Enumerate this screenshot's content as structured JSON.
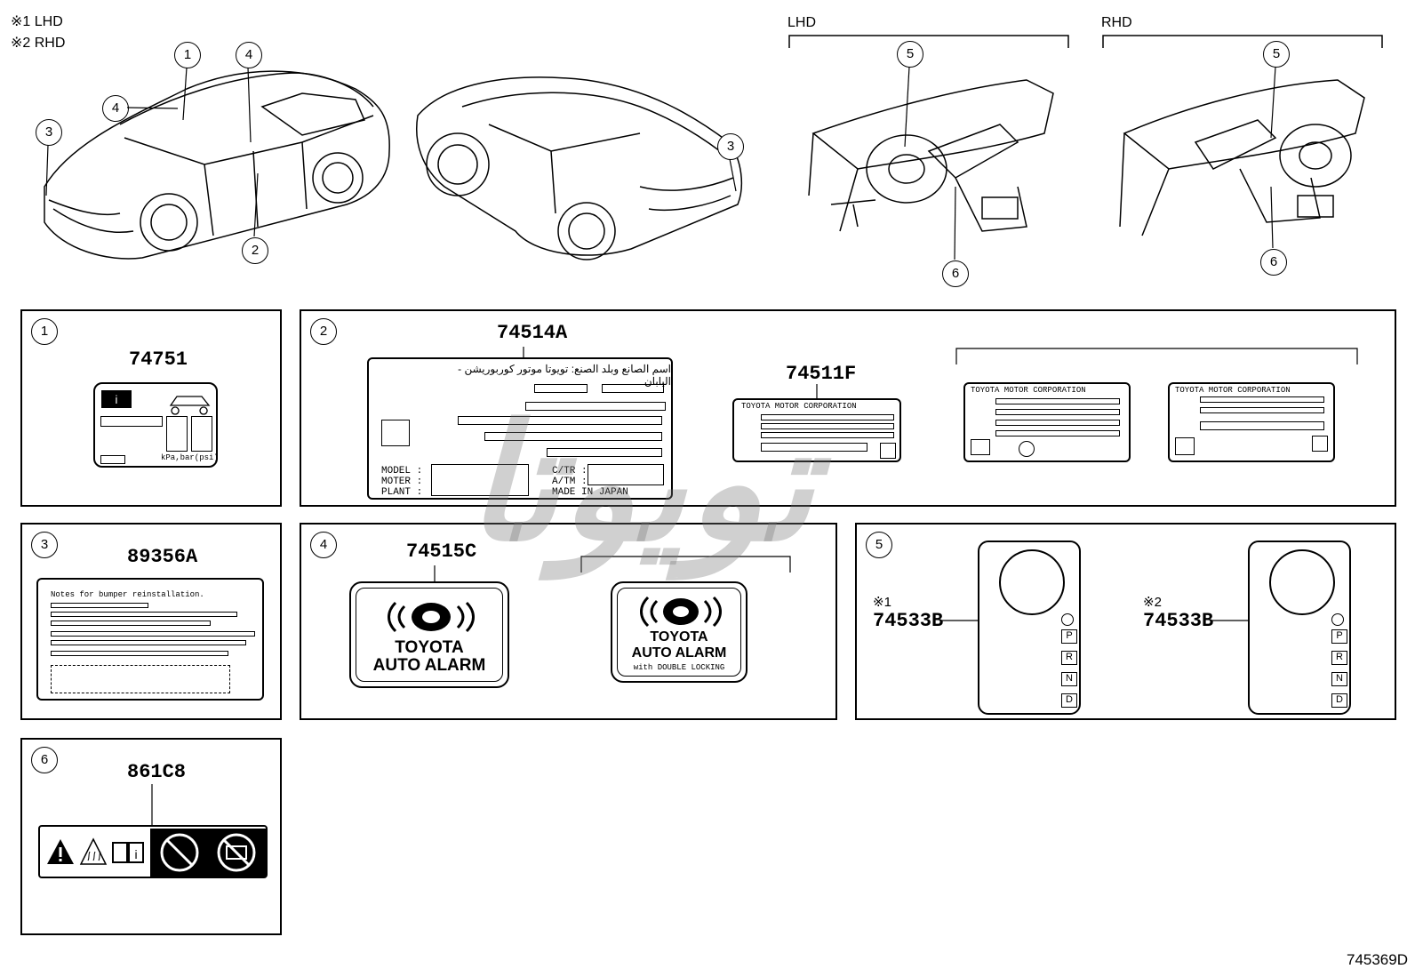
{
  "notes": {
    "note1": "※1 LHD",
    "note2": "※2 RHD"
  },
  "regions": {
    "lhd": "LHD",
    "rhd": "RHD"
  },
  "callouts": [
    "1",
    "2",
    "3",
    "4",
    "5",
    "6"
  ],
  "panels": {
    "p1": {
      "num": "1",
      "part": "74751"
    },
    "p2": {
      "num": "2",
      "part_a": "74514A",
      "part_f": "74511F",
      "arabic": "اسم الصانع وبلد الصنع: تويوتا موتور كوربوريشن - اليابان",
      "model": "MODEL :",
      "moter": "MOTER :",
      "plant": "PLANT :",
      "ctr": "C/TR :",
      "atm": "A/TM :",
      "made": "MADE IN JAPAN",
      "corp": "TOYOTA MOTOR CORPORATION"
    },
    "p3": {
      "num": "3",
      "part": "89356A",
      "note_line": "Notes for bumper reinstallation."
    },
    "p4": {
      "num": "4",
      "part": "74515C",
      "a_line1": "TOYOTA",
      "a_line2": "AUTO ALARM",
      "b_line1": "TOYOTA",
      "b_line2": "AUTO ALARM",
      "b_line3": "with DOUBLE LOCKING"
    },
    "p5": {
      "num": "5",
      "note1": "※1",
      "note2": "※2",
      "part_l": "74533B",
      "part_r": "74533B",
      "shift": [
        "P",
        "R",
        "N",
        "D"
      ]
    },
    "p6": {
      "num": "6",
      "part": "861C8"
    }
  },
  "tire_label": {
    "units": "kPa,bar(psi)"
  },
  "diagram_id": "745369D",
  "watermark": "تويوتا"
}
